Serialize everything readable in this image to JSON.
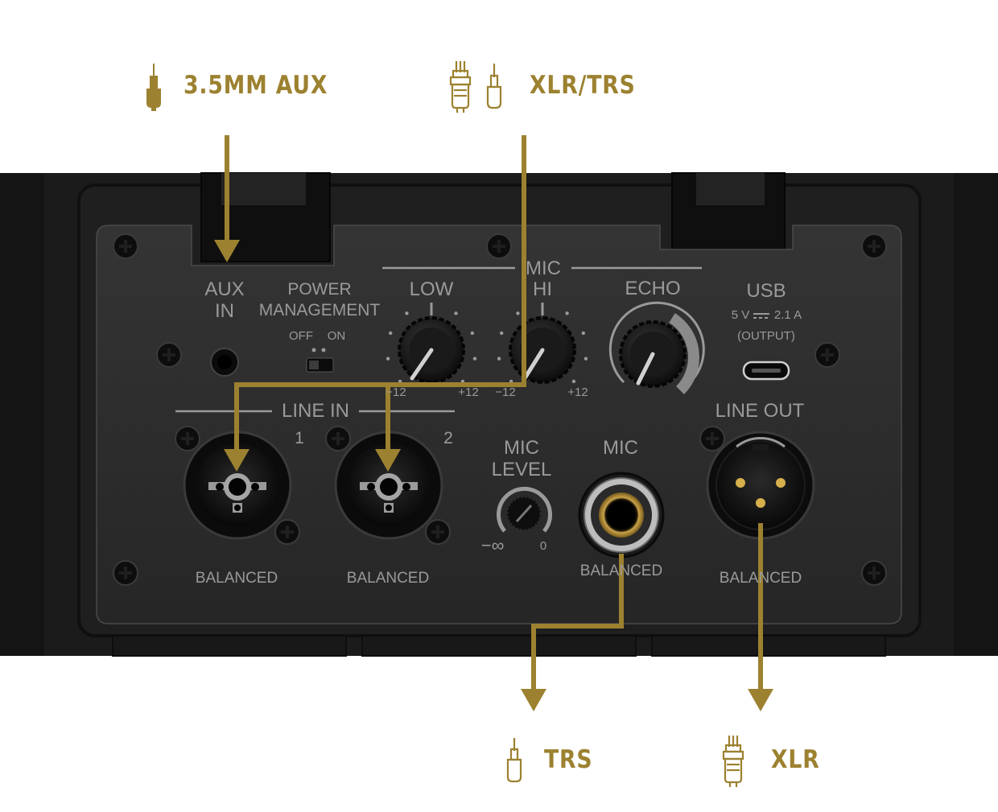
{
  "colors": {
    "accent": "#9c8130",
    "panel": "#2b2b2b",
    "cabinet": "#141414",
    "label": "#9a9a9a"
  },
  "callouts": {
    "aux": {
      "label": "3.5MM AUX",
      "icon": "aux-3-5mm-plug-icon"
    },
    "xlr_trs_in": {
      "label": "XLR/TRS",
      "icons": [
        "xlr-plug-icon",
        "trs-plug-icon"
      ]
    },
    "trs_out": {
      "label": "TRS",
      "icon": "trs-plug-icon"
    },
    "xlr_out": {
      "label": "XLR",
      "icon": "xlr-plug-icon"
    }
  },
  "panel": {
    "aux_in": {
      "line1": "AUX",
      "line2": "IN"
    },
    "power_management": {
      "line1": "POWER",
      "line2": "MANAGEMENT",
      "off": "OFF",
      "on": "ON"
    },
    "mic_section": "MIC",
    "low": {
      "label": "LOW",
      "min": "−12",
      "max": "+12"
    },
    "hi": {
      "label": "HI",
      "min": "−12",
      "max": "+12"
    },
    "echo": {
      "label": "ECHO"
    },
    "usb": {
      "label": "USB",
      "spec_volts": "5 V",
      "spec_amps": "2.1 A",
      "note": "(OUTPUT)"
    },
    "line_in": {
      "label": "LINE IN",
      "ch1": "1",
      "ch2": "2",
      "balanced1": "BALANCED",
      "balanced2": "BALANCED"
    },
    "mic_level": {
      "line1": "MIC",
      "line2": "LEVEL",
      "min": "−∞",
      "max": "0"
    },
    "mic": {
      "label": "MIC",
      "balanced": "BALANCED"
    },
    "line_out": {
      "label": "LINE OUT",
      "balanced": "BALANCED"
    }
  }
}
